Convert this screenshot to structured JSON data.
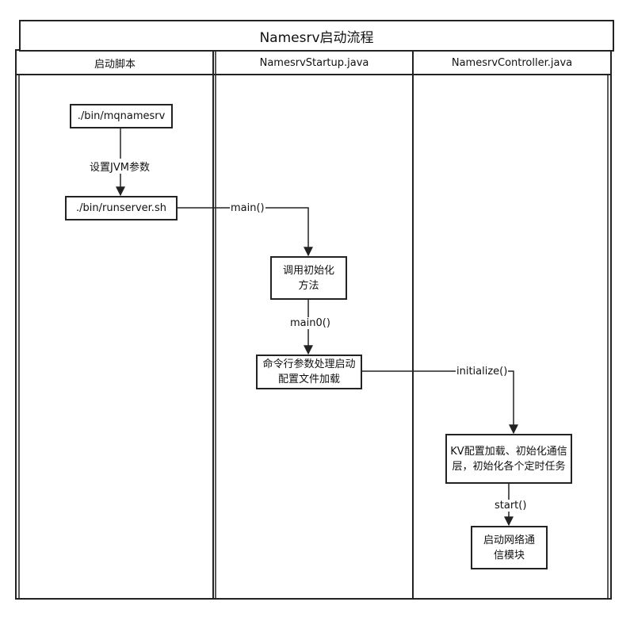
{
  "diagram": {
    "title": "Namesrv启动流程",
    "lanes": [
      {
        "label": "启动脚本"
      },
      {
        "label": "NamesrvStartup.java"
      },
      {
        "label": "NamesrvController.java"
      }
    ],
    "nodes": {
      "mqnamesrv": "./bin/mqnamesrv",
      "runserver": "./bin/runserver.sh",
      "init_method": "调用初始化方法",
      "cmd_process": "命令行参数处理启动配置文件加载",
      "kv_load": "KV配置加载、初始化通信层，初始化各个定时任务",
      "start_net": "启动网络通信模块"
    },
    "edges": {
      "set_jvm": "设置JVM参数",
      "main": "main()",
      "main0": "main0()",
      "initialize": "initialize()",
      "start": "start()"
    }
  }
}
